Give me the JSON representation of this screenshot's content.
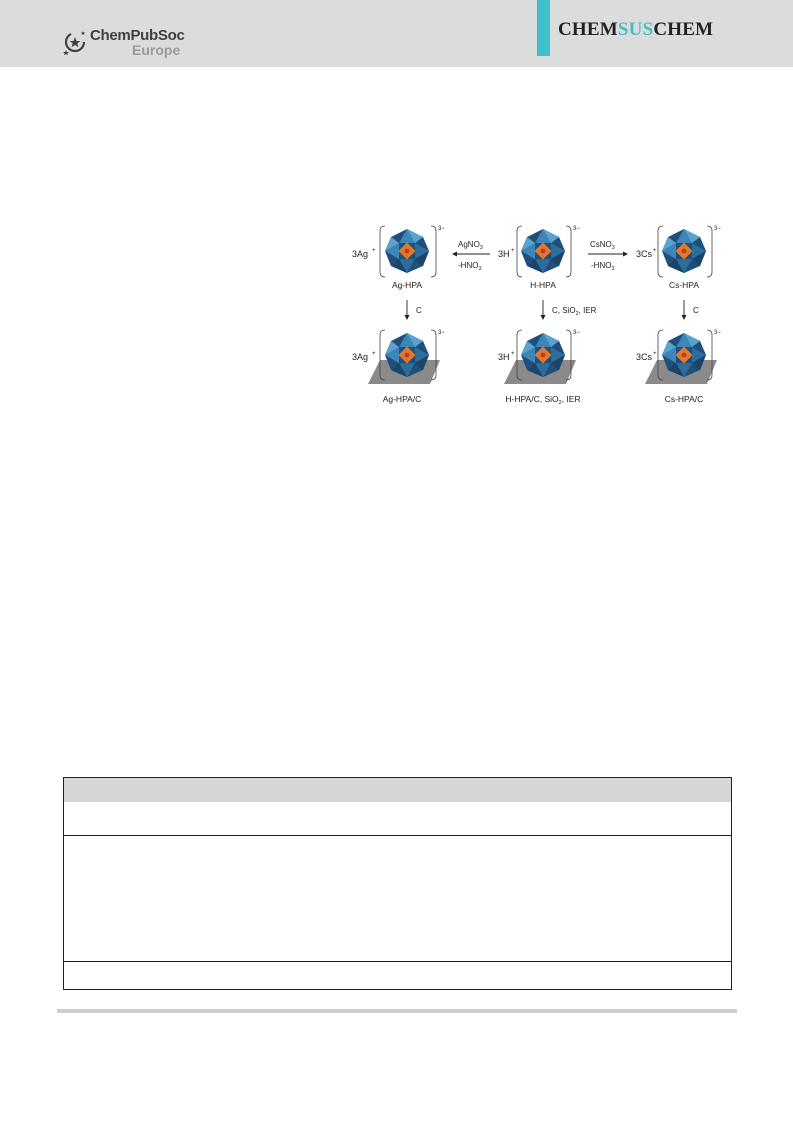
{
  "header": {
    "publisher": {
      "name": "ChemPubSoc",
      "region": "Europe"
    },
    "journal": {
      "prefix": "CHEM",
      "highlight": "SUS",
      "suffix": "CHEM"
    },
    "colors": {
      "band": "#dcdcdc",
      "accent": "#3fc0c9"
    }
  },
  "scheme": {
    "top_row": [
      {
        "cation": "3Ag",
        "charge": "3−",
        "name": "Ag-HPA"
      },
      {
        "cation": "3H",
        "charge": "3−",
        "name": "H-HPA"
      },
      {
        "cation": "3Cs",
        "charge": "3−",
        "name": "Cs-HPA"
      }
    ],
    "bottom_row": [
      {
        "cation": "3Ag",
        "charge": "3−",
        "name": "Ag-HPA/C"
      },
      {
        "cation": "3H",
        "charge": "3−",
        "name": "H-HPA/C, SiO",
        "name_sub": "2",
        "name_tail": ", IER"
      },
      {
        "cation": "3Cs",
        "charge": "3−",
        "name": "Cs-HPA/C"
      }
    ],
    "arrow_left": {
      "top": "AgNO",
      "top_sub": "3",
      "bottom": "-HNO",
      "bottom_sub": "3"
    },
    "arrow_right": {
      "top": "CsNO",
      "top_sub": "3",
      "bottom": "-HNO",
      "bottom_sub": "3"
    },
    "down_arrows": [
      {
        "label": "C"
      },
      {
        "label": "C, SiO",
        "label_sub": "2",
        "label_tail": ", IER"
      },
      {
        "label": "C"
      }
    ]
  }
}
